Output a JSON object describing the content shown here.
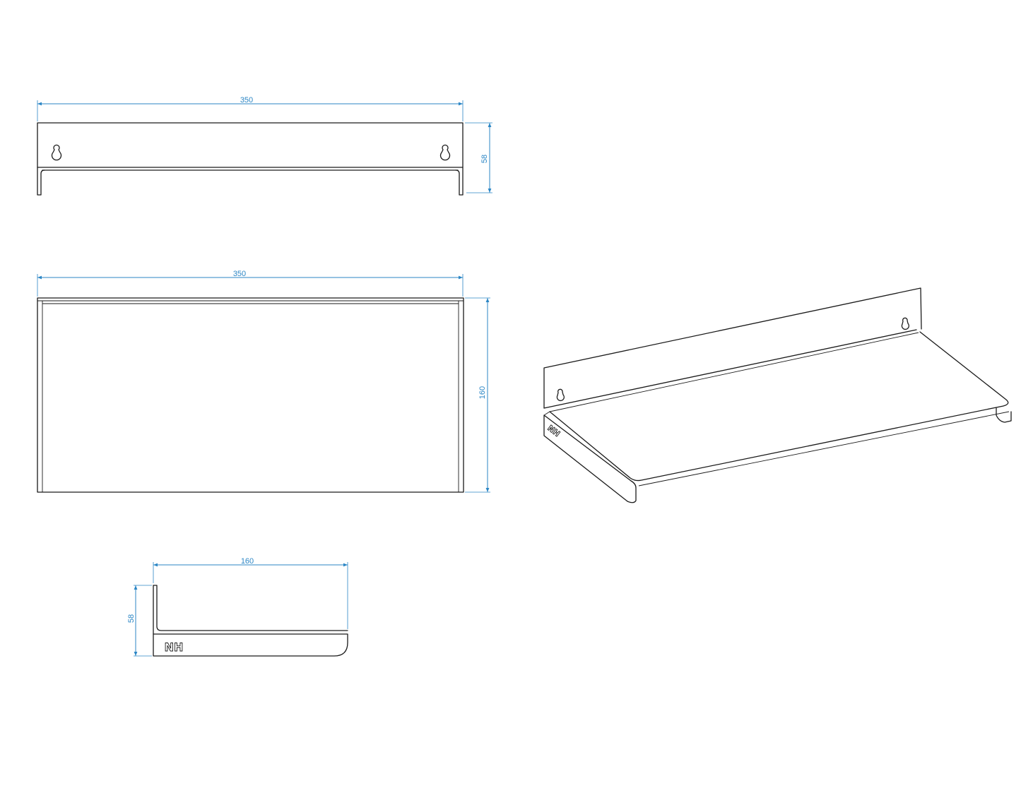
{
  "colors": {
    "outline": "#1a1a1a",
    "dimension": "#2b86c5",
    "background": "#ffffff"
  },
  "front_view": {
    "width_label": "350",
    "height_label": "58"
  },
  "top_view": {
    "width_label": "350",
    "depth_label": "160"
  },
  "side_view": {
    "depth_label": "160",
    "height_label": "58",
    "logo": "NH"
  },
  "isometric_view": {
    "logo": "NH"
  }
}
